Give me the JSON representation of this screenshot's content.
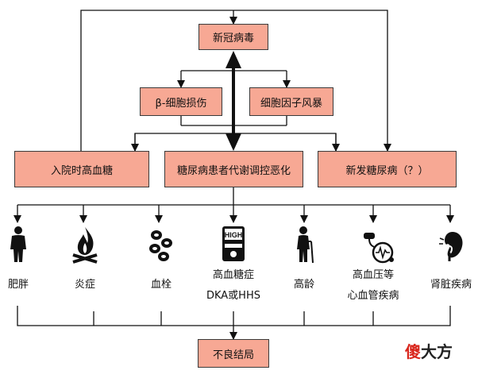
{
  "nodes": {
    "covid": "新冠病毒",
    "beta_cell": "β-细胞损伤",
    "cytokine_storm": "细胞因子风暴",
    "admission_hyperglycemia": "入院时高血糖",
    "diabetes_worse": "糖尿病患者代谢调控恶化",
    "new_diabetes": "新发糖尿病（？）",
    "outcome": "不良结局"
  },
  "conditions": [
    {
      "label": "肥胖",
      "icon": "person-icon"
    },
    {
      "label": "炎症",
      "icon": "flame-icon"
    },
    {
      "label": "血栓",
      "icon": "blood-cells-icon"
    },
    {
      "label": "高血糖症",
      "label2": "DKA或HHS",
      "icon": "glucose-meter-icon",
      "icon_text": "HIGH"
    },
    {
      "label": "高龄",
      "icon": "elderly-person-icon"
    },
    {
      "label": "高血压等",
      "label2": "心血管疾病",
      "icon": "blood-pressure-monitor-icon"
    },
    {
      "label": "肾脏疾病",
      "icon": "kidney-icon"
    }
  ],
  "watermark": {
    "red": "傻",
    "black": "大方"
  }
}
